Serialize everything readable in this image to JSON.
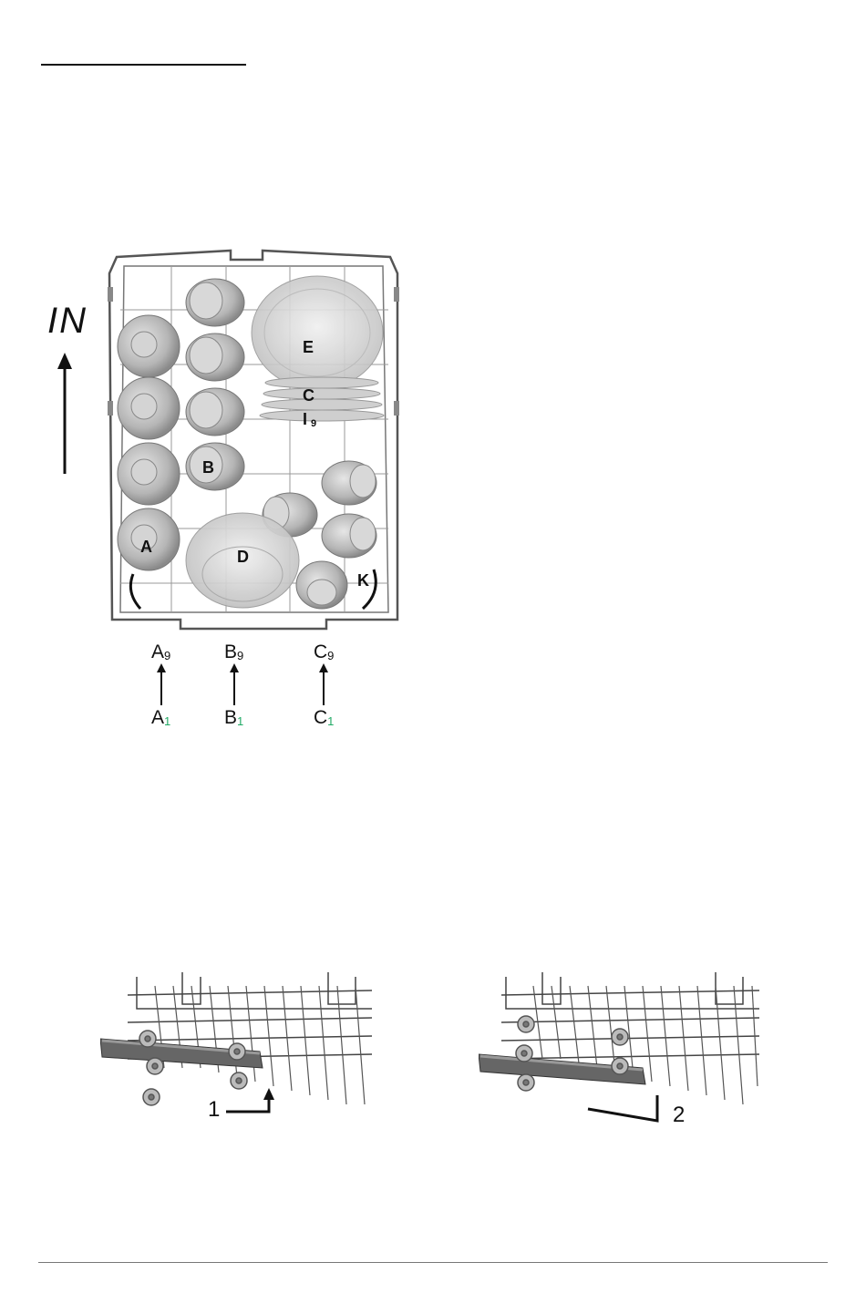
{
  "header": {
    "rule": true
  },
  "rack_figure": {
    "direction_label": "IN",
    "item_labels": {
      "a": "A",
      "b": "B",
      "c": "C",
      "d": "D",
      "e": "E",
      "i": "I",
      "i_sub": "9",
      "k": "K"
    },
    "columns": [
      {
        "top": "A",
        "top_sub": "9",
        "bottom": "A",
        "bottom_sub": "1"
      },
      {
        "top": "B",
        "top_sub": "9",
        "bottom": "B",
        "bottom_sub": "1"
      },
      {
        "top": "C",
        "top_sub": "9",
        "bottom": "C",
        "bottom_sub": "1"
      }
    ]
  },
  "rail_figures": [
    {
      "step": "1"
    },
    {
      "step": "2"
    }
  ],
  "colors": {
    "ink": "#111111",
    "wire": "#555555",
    "dish": "#bdbdbd",
    "dish_shade": "#8c8c8c"
  }
}
